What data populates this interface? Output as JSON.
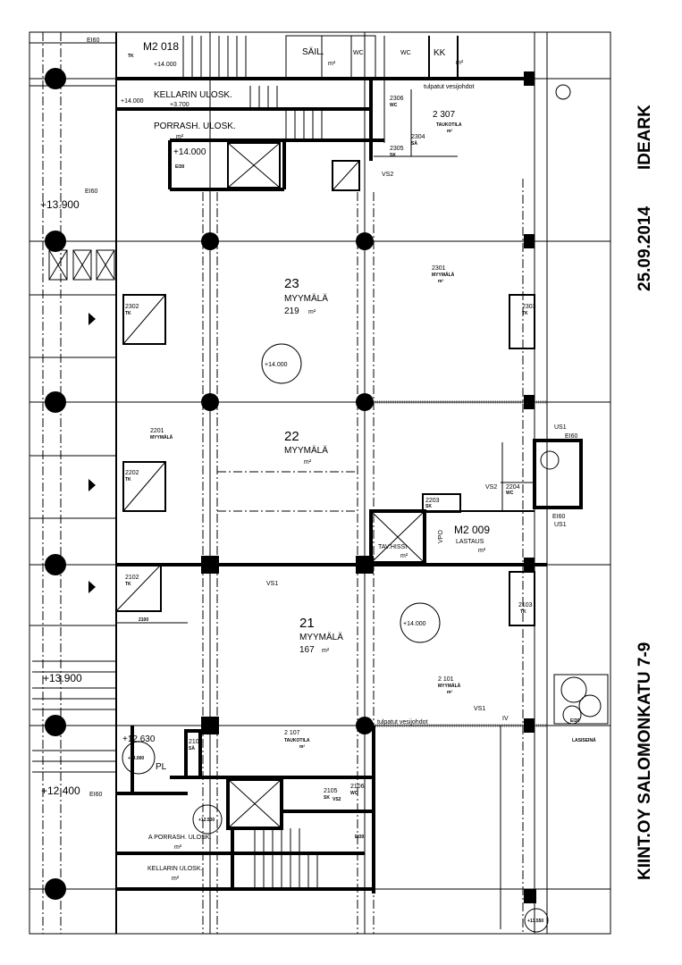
{
  "title_block": {
    "company": "IDEARK",
    "date": "25.09.2014",
    "property": "KIINT.OY SALOMONKATU 7-9"
  },
  "common": {
    "area_unit": "m²",
    "fire_ei60": "EI60",
    "fire_ei30": "EI30",
    "note_pipes": "tulpatut vesijohdot",
    "vs1": "VS1",
    "vs2": "VS2",
    "us1": "US1"
  },
  "levels": {
    "l14000": "+14.000",
    "l13900": "+13.900",
    "l12400": "+12.400",
    "l12630": "+12.630",
    "l12500": "+12.500",
    "l13550": "+13.550",
    "l3700": "+3.700"
  },
  "rooms": {
    "m2_018": {
      "number": "M2 018",
      "type": "TK"
    },
    "sail": {
      "name": "SÄIL."
    },
    "wc": {
      "name": "WC"
    },
    "kk": {
      "name": "KK"
    },
    "kellarin_top": {
      "name": "KELLARIN ULOSK."
    },
    "porrash_top": {
      "name": "PORRASH. ULOSK."
    },
    "r2306": {
      "number": "2306",
      "type": "WC"
    },
    "r2307": {
      "number": "2 307",
      "name": "TAUKOTILA"
    },
    "r2305": {
      "number": "2305",
      "type": "SK"
    },
    "r2304": {
      "number": "2304",
      "type": "SÄ"
    },
    "r23": {
      "number": "23",
      "name": "MYYMÄLÄ",
      "area": "219"
    },
    "r2301": {
      "number": "2301",
      "name": "MYYMÄLÄ"
    },
    "r2302": {
      "number": "2302",
      "type": "TK"
    },
    "r2303": {
      "number": "2303",
      "type": "TK"
    },
    "r2201": {
      "number": "2201",
      "name": "MYYMÄLÄ"
    },
    "r22": {
      "number": "22",
      "name": "MYYMÄLÄ"
    },
    "r2202": {
      "number": "2202",
      "type": "TK"
    },
    "r2203": {
      "number": "2203",
      "type": "SK"
    },
    "r2204": {
      "number": "2204",
      "type": "WC"
    },
    "tavhissi": {
      "name": "TAV.HISSI"
    },
    "vpo": {
      "name": "VPO"
    },
    "m2_009": {
      "number": "M2 009",
      "name": "LASTAUS"
    },
    "r2102": {
      "number": "2102",
      "type": "TK"
    },
    "r2100": {
      "number": "2100"
    },
    "r21": {
      "number": "21",
      "name": "MYYMÄLÄ",
      "area": "167"
    },
    "r2103": {
      "number": "2103",
      "type": "TK"
    },
    "r2101": {
      "number": "2 101",
      "name": "MYYMÄLÄ"
    },
    "r2104": {
      "number": "2104",
      "type": "SÄ"
    },
    "r2107": {
      "number": "2 107",
      "name": "TAUKOTILA"
    },
    "pl": {
      "name": "PL"
    },
    "r2105": {
      "number": "2105",
      "type": "SK"
    },
    "r2106": {
      "number": "2106",
      "type": "WC"
    },
    "a_porrash": {
      "name": "A PORRASH. ULOSK."
    },
    "kellarin_bottom": {
      "name": "KELLARIN ULOSK."
    },
    "iv": {
      "name": "IV"
    },
    "lasiseina": {
      "name": "LASISEINÄ"
    }
  }
}
